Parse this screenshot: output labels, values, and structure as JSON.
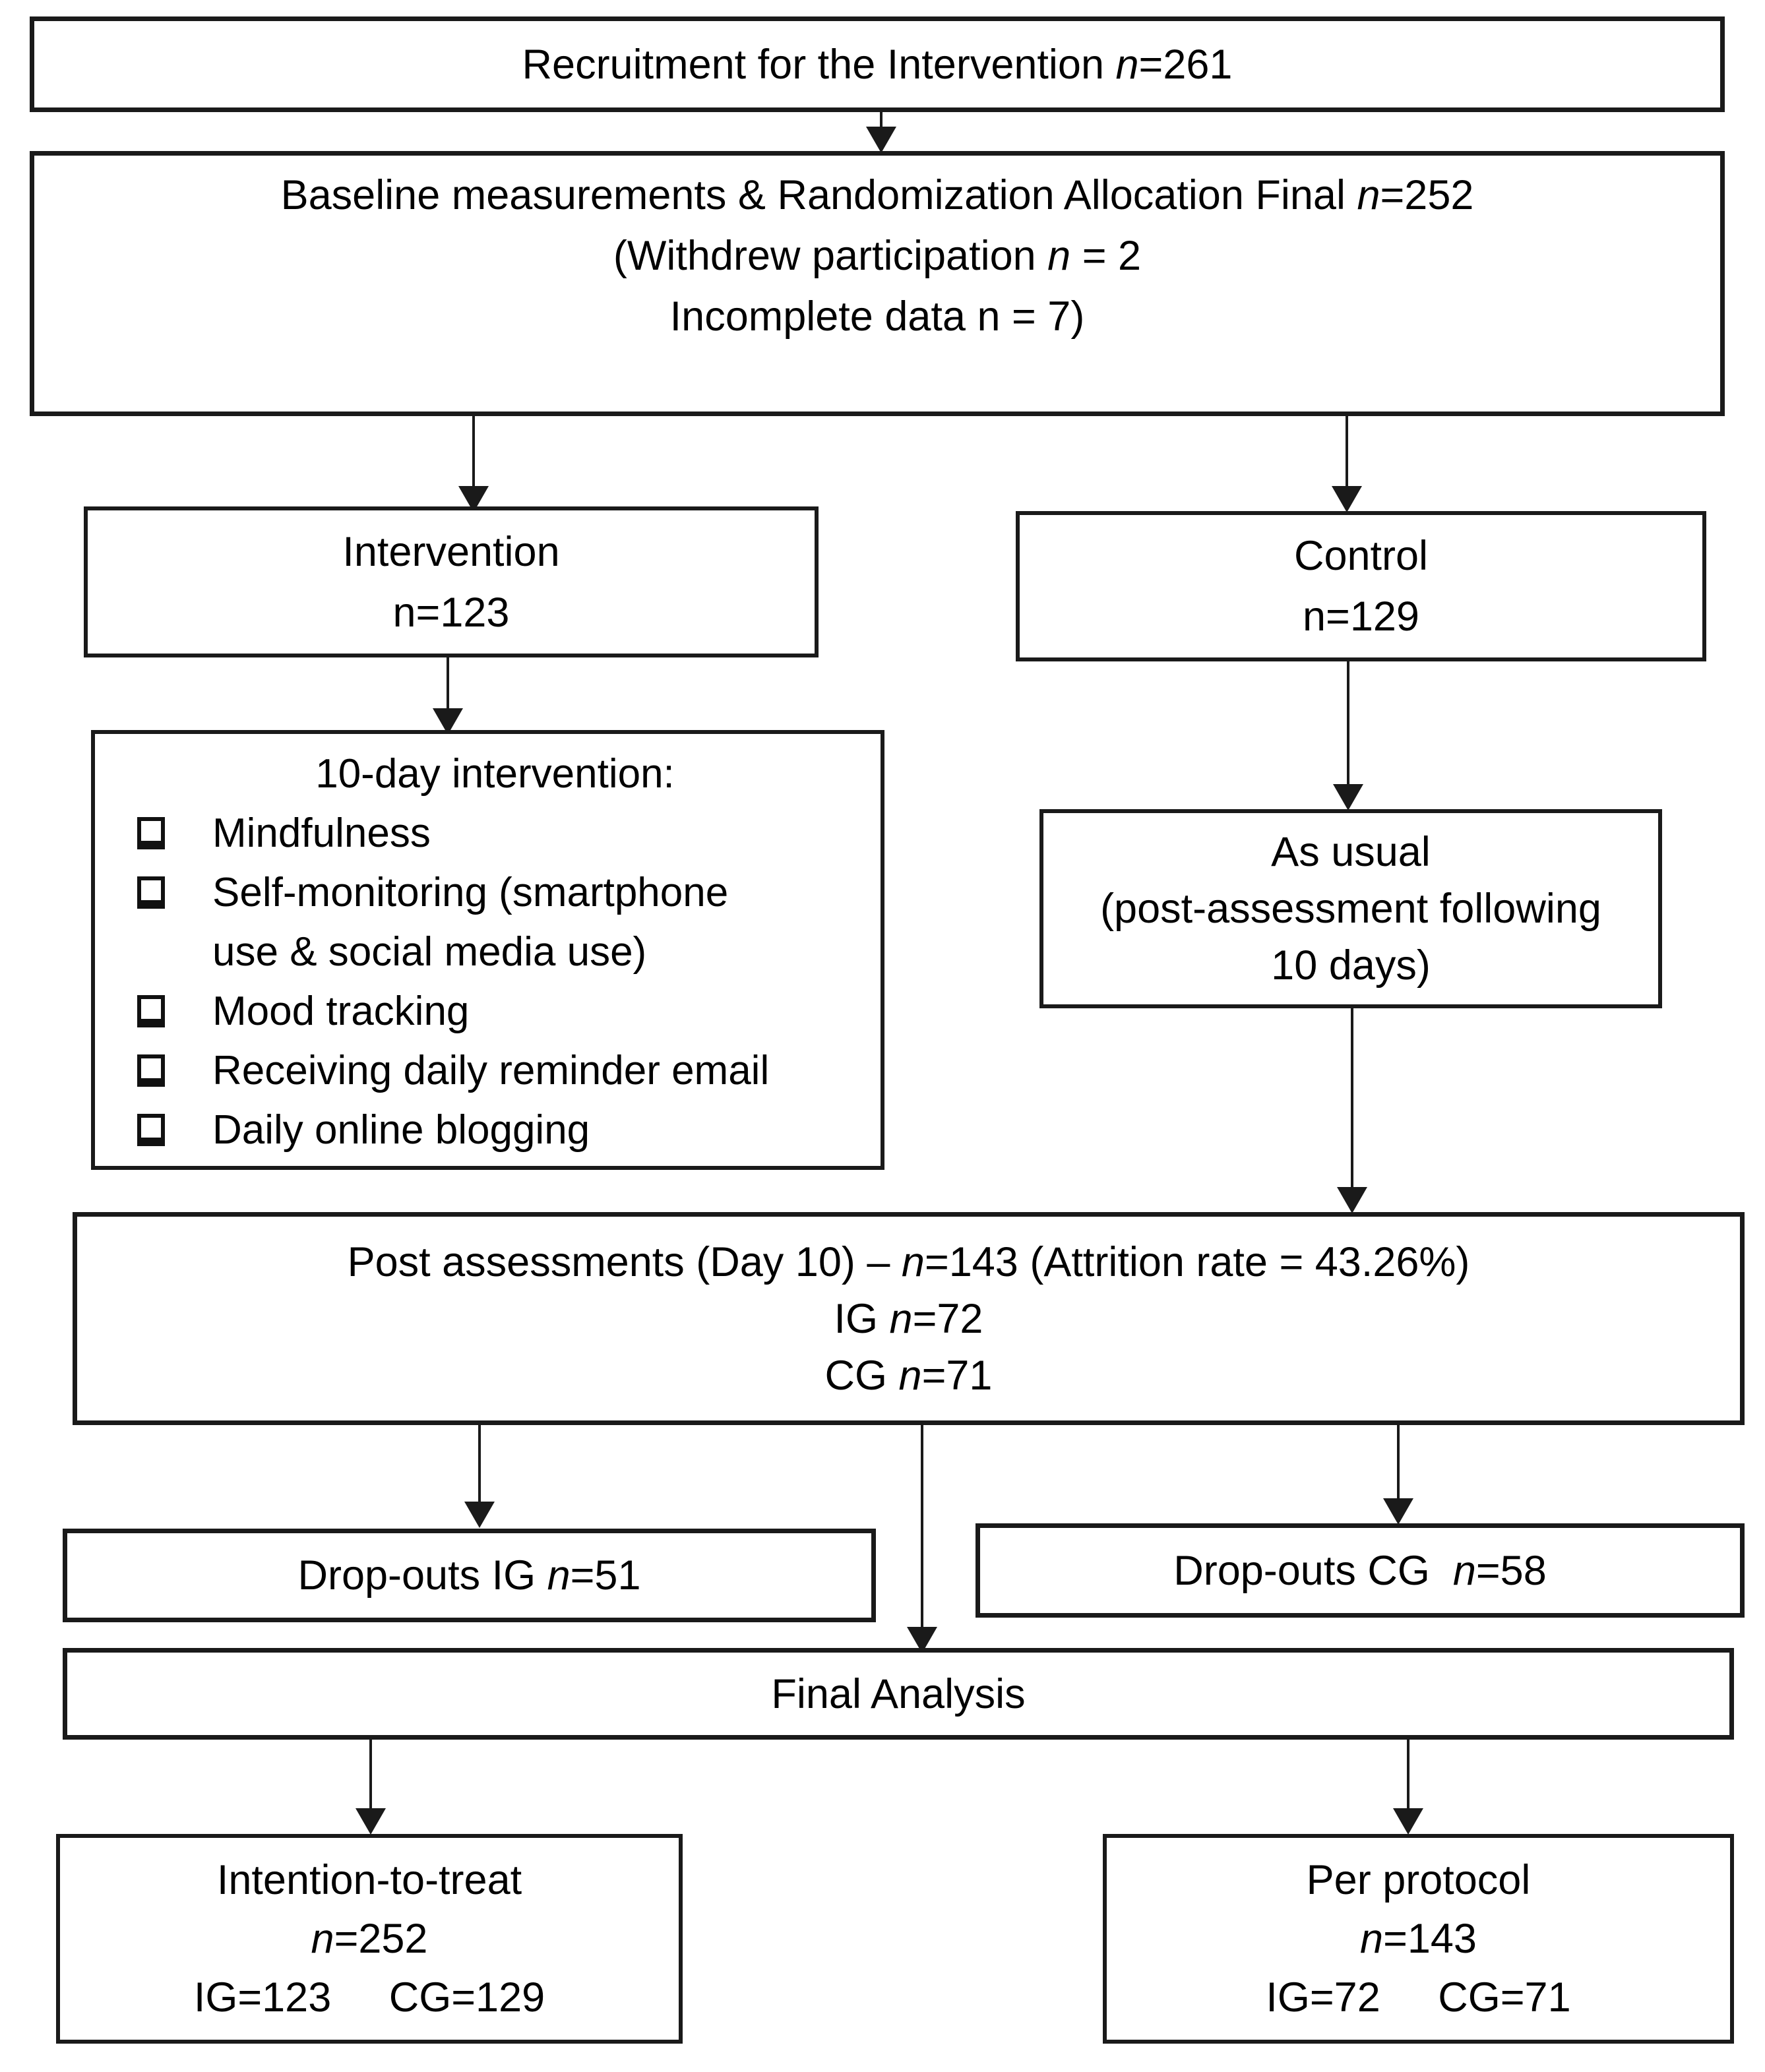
{
  "meta": {
    "background_color": "#ffffff",
    "border_color": "#1a1a1a",
    "text_color": "#000000"
  },
  "icons": {
    "checkbox": "❑",
    "arrow_down": "▼"
  },
  "boxes": {
    "recruitment": {
      "lines": [
        [
          {
            "t": "Recruitment for the Intervention ",
            "i": false
          },
          {
            "t": "n",
            "i": true
          },
          {
            "t": "=261",
            "i": false
          }
        ]
      ]
    },
    "baseline": {
      "lines": [
        [
          {
            "t": "Baseline measurements & Randomization Allocation Final ",
            "i": false
          },
          {
            "t": "n",
            "i": true
          },
          {
            "t": "=252",
            "i": false
          }
        ],
        [
          {
            "t": "(Withdrew participation ",
            "i": false
          },
          {
            "t": "n",
            "i": true
          },
          {
            "t": " = 2",
            "i": false
          }
        ],
        [
          {
            "t": "Incomplete data n = 7)",
            "i": false
          }
        ]
      ]
    },
    "intervention": {
      "lines": [
        [
          {
            "t": "Intervention",
            "i": false
          }
        ],
        [
          {
            "t": "n=123",
            "i": false
          }
        ]
      ]
    },
    "control": {
      "lines": [
        [
          {
            "t": "Control",
            "i": false
          }
        ],
        [
          {
            "t": "n=129",
            "i": false
          }
        ]
      ]
    },
    "checklist": {
      "title_runs": [
        {
          "t": "10-day intervention:",
          "i": false
        }
      ],
      "items": [
        "Mindfulness",
        "Self-monitoring (smartphone\nuse & social media use)",
        "Mood tracking",
        "Receiving daily reminder email",
        "Daily online blogging"
      ]
    },
    "as_usual": {
      "lines": [
        [
          {
            "t": "As usual",
            "i": false
          }
        ],
        [
          {
            "t": "(post-assessment following",
            "i": false
          }
        ],
        [
          {
            "t": "10 days)",
            "i": false
          }
        ]
      ]
    },
    "post_assessments": {
      "lines": [
        [
          {
            "t": "Post assessments (Day 10) – ",
            "i": false
          },
          {
            "t": "n",
            "i": true
          },
          {
            "t": "=143 (Attrition rate = 43.26%)",
            "i": false
          }
        ],
        [
          {
            "t": "IG ",
            "i": false
          },
          {
            "t": "n",
            "i": true
          },
          {
            "t": "=72",
            "i": false
          }
        ],
        [
          {
            "t": "CG ",
            "i": false
          },
          {
            "t": "n",
            "i": true
          },
          {
            "t": "=71",
            "i": false
          }
        ]
      ]
    },
    "dropouts_ig": {
      "lines": [
        [
          {
            "t": "Drop-outs IG ",
            "i": false
          },
          {
            "t": "n",
            "i": true
          },
          {
            "t": "=51",
            "i": false
          }
        ]
      ]
    },
    "dropouts_cg": {
      "lines": [
        [
          {
            "t": "Drop-outs CG  ",
            "i": false
          },
          {
            "t": "n",
            "i": true
          },
          {
            "t": "=58",
            "i": false
          }
        ]
      ]
    },
    "final_analysis": {
      "lines": [
        [
          {
            "t": "Final Analysis",
            "i": false
          }
        ]
      ]
    },
    "intention_to_treat": {
      "lines": [
        [
          {
            "t": "Intention-to-treat",
            "i": false
          }
        ],
        [
          {
            "t": "n",
            "i": true
          },
          {
            "t": "=252",
            "i": false
          }
        ],
        [
          {
            "t": "IG=123     CG=129",
            "i": false
          }
        ]
      ]
    },
    "per_protocol": {
      "lines": [
        [
          {
            "t": "Per protocol",
            "i": false
          }
        ],
        [
          {
            "t": "n",
            "i": true
          },
          {
            "t": "=143",
            "i": false
          }
        ],
        [
          {
            "t": "IG=72     CG=71",
            "i": false
          }
        ]
      ]
    }
  }
}
